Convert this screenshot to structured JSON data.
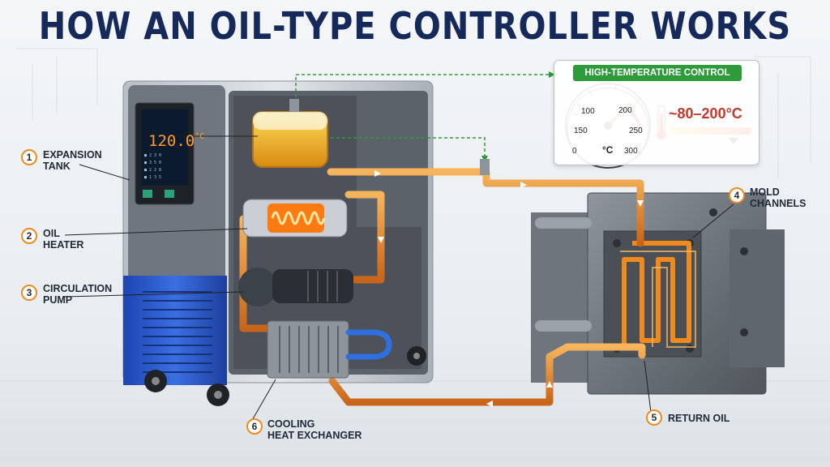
{
  "title": "HOW AN OIL-TYPE CONTROLLER WORKS",
  "labels": [
    {
      "num": "1",
      "line1": "EXPANSION",
      "line2": "TANK"
    },
    {
      "num": "2",
      "line1": "OIL",
      "line2": "HEATER"
    },
    {
      "num": "3",
      "line1": "CIRCULATION",
      "line2": "PUMP"
    },
    {
      "num": "4",
      "line1": "MOLD",
      "line2": "CHANNELS"
    },
    {
      "num": "5",
      "line1": "RETURN OIL",
      "line2": ""
    },
    {
      "num": "6",
      "line1": "COOLING",
      "line2": "HEAT EXCHANGER"
    }
  ],
  "control_panel": {
    "title": "HIGH-TEMPERATURE CONTROL",
    "range": "~80–200°C",
    "gauge": {
      "unit": "°C",
      "ticks": [
        "0",
        "150",
        "100",
        "200",
        "250",
        "300"
      ],
      "value": 200
    }
  },
  "display": {
    "value": "120.0",
    "unit": "°C"
  },
  "colors": {
    "title": "#15295a",
    "hot_oil": "#f08a1c",
    "cool_water": "#2f6fe0",
    "signal": "#2e9b3a",
    "cabinet_blue": "#2f5fd0"
  }
}
